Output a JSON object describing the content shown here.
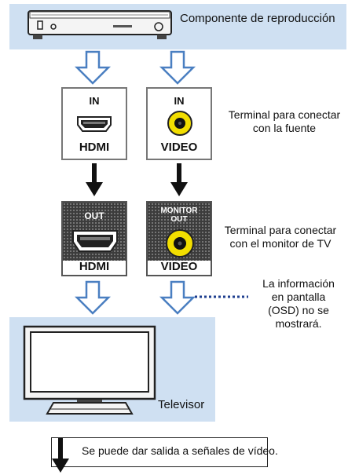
{
  "labels": {
    "source": "Componente de reproducción",
    "terminal_source": "Terminal para conectar con la fuente",
    "terminal_source_l1": "Terminal para conectar",
    "terminal_source_l2": "con la fuente",
    "terminal_monitor_l1": "Terminal para conectar",
    "terminal_monitor_l2": "con el monitor de TV",
    "osd_l1": "La información",
    "osd_l2": "en pantalla",
    "osd_l3": "(OSD) no se",
    "osd_l4": "mostrará.",
    "tv": "Televisor",
    "legend": "Se puede dar salida a señales de vídeo."
  },
  "input_boxes": [
    {
      "top": "IN",
      "bottom": "HDMI",
      "connector": "hdmi"
    },
    {
      "top": "IN",
      "bottom": "VIDEO",
      "connector": "rca"
    }
  ],
  "output_boxes": [
    {
      "top": "OUT",
      "bottom": "HDMI",
      "connector": "hdmi"
    },
    {
      "top_l1": "MONITOR",
      "top_l2": "OUT",
      "bottom": "VIDEO",
      "connector": "rca"
    }
  ],
  "colors": {
    "band": "#cfe0f2",
    "arrow_outline": "#4a7fc1",
    "rca_yellow": "#f2de00",
    "dark_panel": "#3c3c3c"
  }
}
